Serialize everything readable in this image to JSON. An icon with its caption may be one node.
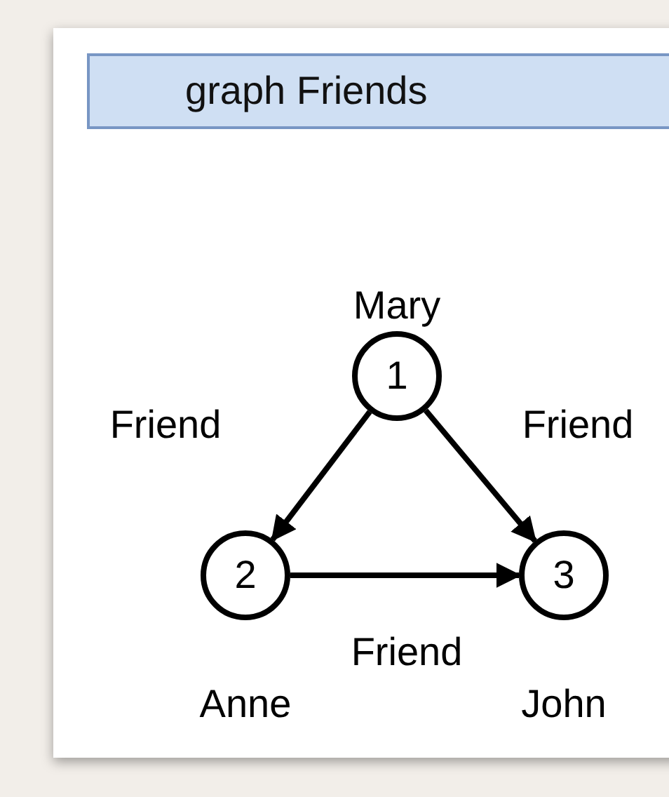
{
  "diagram": {
    "title": "graph Friends",
    "nodes": [
      {
        "text": [
          "1"
        ],
        "beside": [
          "Mary"
        ]
      },
      {
        "text": [
          "2"
        ],
        "beside": [
          "Anne"
        ]
      },
      {
        "text": [
          "3"
        ],
        "beside": [
          "John"
        ]
      }
    ],
    "edges": [
      {
        "from": 0,
        "to": 1,
        "arrow": "to",
        "label": "Friend"
      },
      {
        "from": 0,
        "to": 2,
        "arrow": "to",
        "label": "Friend"
      },
      {
        "from": 1,
        "to": 2,
        "arrow": "to",
        "label": "Friend"
      }
    ]
  }
}
